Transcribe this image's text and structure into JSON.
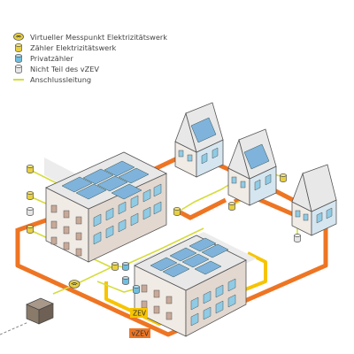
{
  "legend": {
    "items": [
      {
        "icon": "virtual-meter-icon",
        "label": "Virtueller Messpunkt Elektrizitätswerk"
      },
      {
        "icon": "utility-meter-icon",
        "label": "Zähler Elektrizitätswerk"
      },
      {
        "icon": "private-meter-icon",
        "label": "Privatzähler"
      },
      {
        "icon": "excluded-meter-icon",
        "label": "Nicht Teil des vZEV"
      },
      {
        "icon": "connection-line-icon",
        "label": "Anschlussleitung"
      }
    ]
  },
  "labels": {
    "zev": "ZEV",
    "vzev": "vZEV"
  },
  "colors": {
    "vzev_line": "#ee7523",
    "zev_line": "#f6c400",
    "connection_line": "#d6dc3c",
    "utility_meter": "#e8d040",
    "private_meter": "#6fbfe0",
    "excluded_meter": "#e6e6e6",
    "wall": "#f1ebe6",
    "window": "#8fcbe5",
    "solar": "#7fb3db",
    "ground_shadow": "#ececec"
  }
}
